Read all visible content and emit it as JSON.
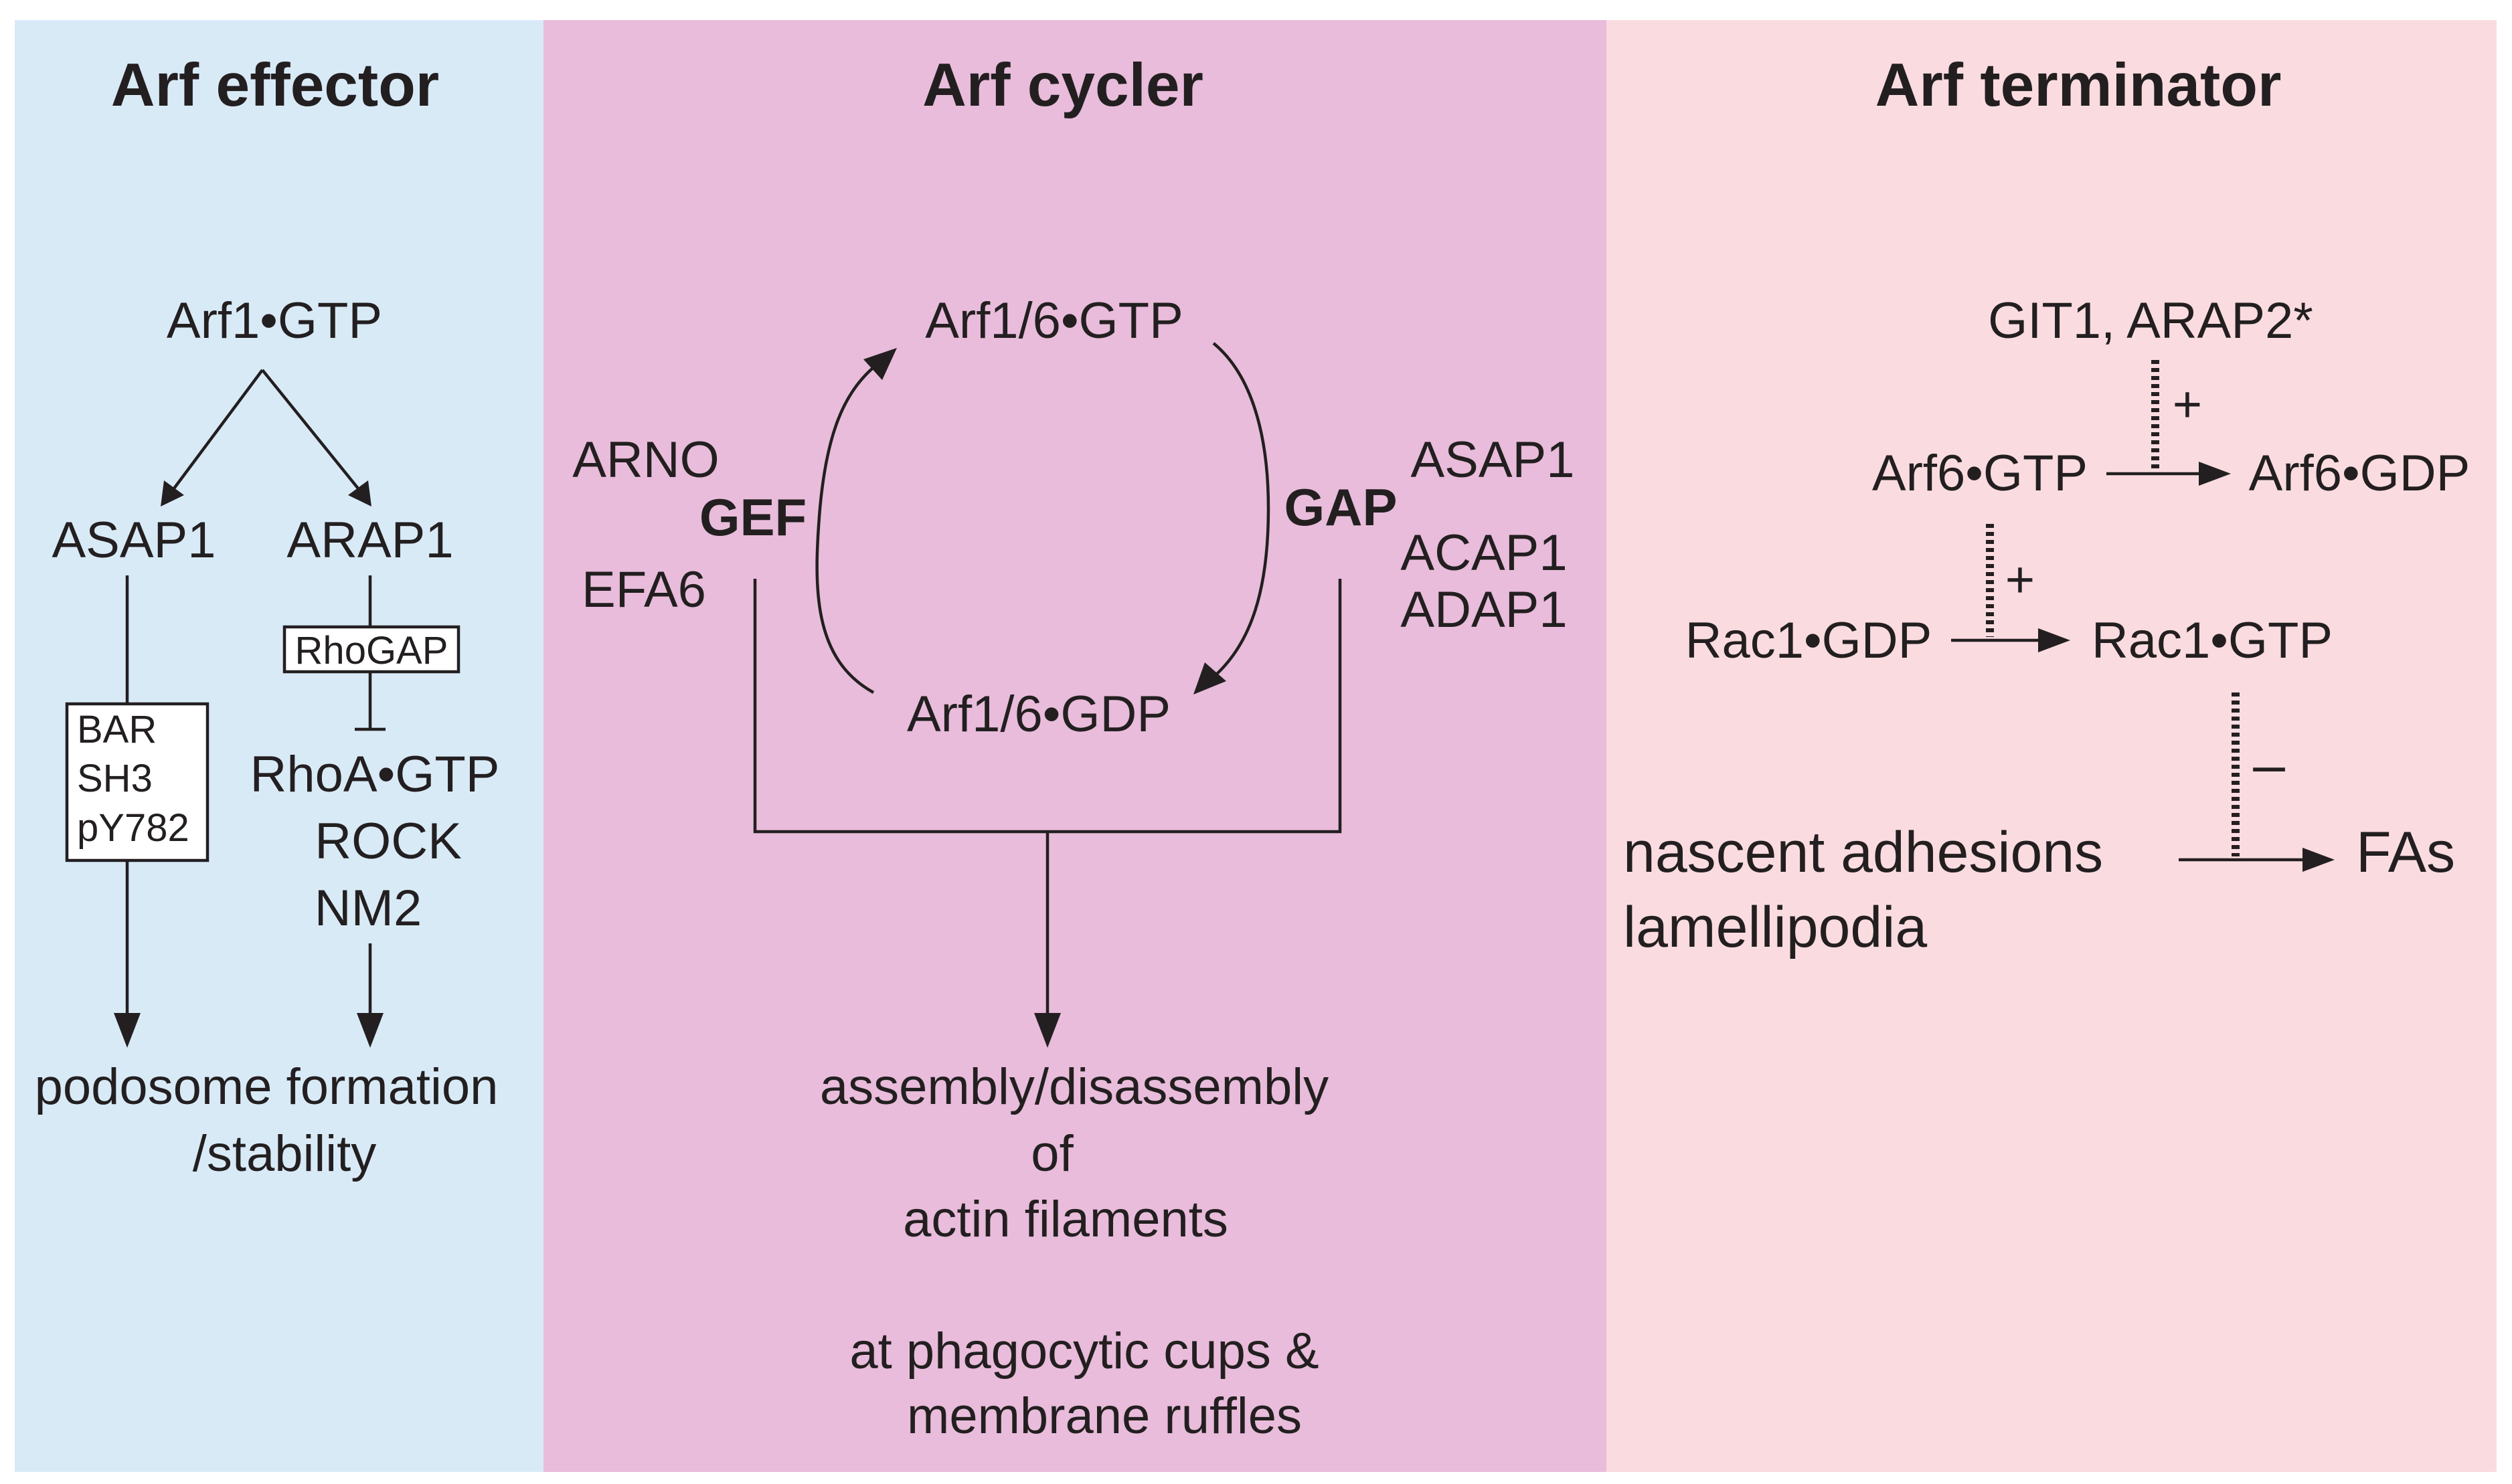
{
  "panels": {
    "effector": {
      "title": "Arf effector",
      "color": "#d9eaf7"
    },
    "cycler": {
      "title": "Arf cycler",
      "color": "#e8bcda"
    },
    "terminator": {
      "title": "Arf terminator",
      "color": "#fadce0"
    }
  },
  "effector": {
    "top": "Arf1•GTP",
    "left_branch": "ASAP1",
    "right_branch": "ARAP1",
    "domain_box": [
      "BAR",
      "SH3",
      "pY782"
    ],
    "rhogap_box": "RhoGAP",
    "rho_targets": [
      "RhoA•GTP",
      "ROCK",
      "NM2"
    ],
    "outcome": [
      "podosome formation",
      "/stability"
    ]
  },
  "cycler": {
    "gtp": "Arf1/6•GTP",
    "gdp": "Arf1/6•GDP",
    "gef": "GEF",
    "gap": "GAP",
    "gef_examples": [
      "ARNO",
      "EFA6"
    ],
    "gap_examples": [
      "ASAP1",
      "ACAP1",
      "ADAP1"
    ],
    "outcome": [
      "assembly/disassembly",
      "of",
      "actin filaments"
    ],
    "location": [
      "at phagocytic cups &",
      "membrane ruffles"
    ]
  },
  "terminator": {
    "activators": "GIT1, ARAP2*",
    "arf6_gtp": "Arf6•GTP",
    "arf6_gdp": "Arf6•GDP",
    "rac1_gdp": "Rac1•GDP",
    "rac1_gtp": "Rac1•GTP",
    "plus": "+",
    "minus": "–",
    "source": [
      "nascent adhesions",
      "lamellipodia"
    ],
    "target": "FAs"
  }
}
